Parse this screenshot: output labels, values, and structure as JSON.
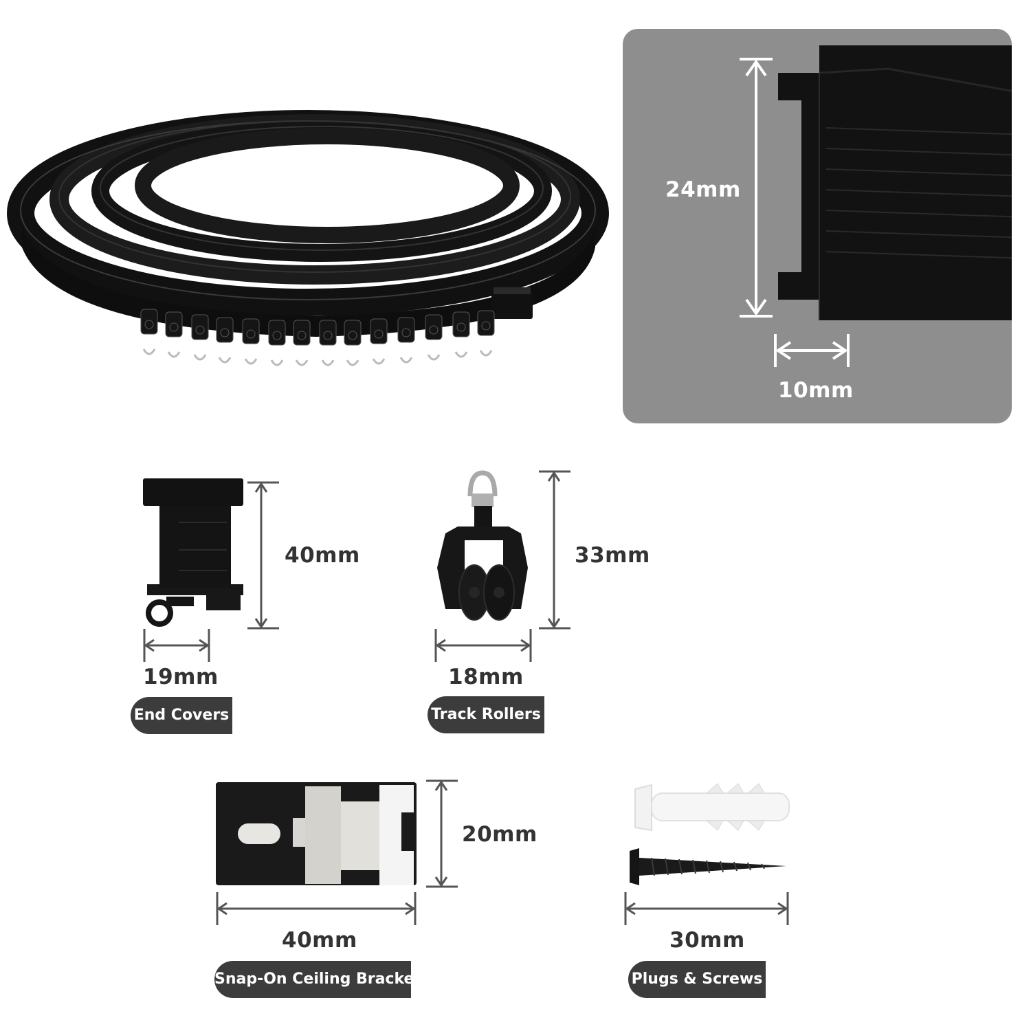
{
  "profile": {
    "height_label": "24mm",
    "width_label": "10mm"
  },
  "parts": [
    {
      "name": "End Covers",
      "height_label": "40mm",
      "width_label": "19mm"
    },
    {
      "name": "Track Rollers",
      "height_label": "33mm",
      "width_label": "18mm"
    },
    {
      "name": "Snap-On Ceiling Bracket",
      "height_label": "20mm",
      "width_label": "40mm"
    },
    {
      "name": "Plugs & Screws",
      "width_label": "30mm"
    }
  ],
  "colors": {
    "panel": "#8e8e8e",
    "track": "#141414",
    "dimension_line": "#555555",
    "pill": "#3c3c3c"
  }
}
